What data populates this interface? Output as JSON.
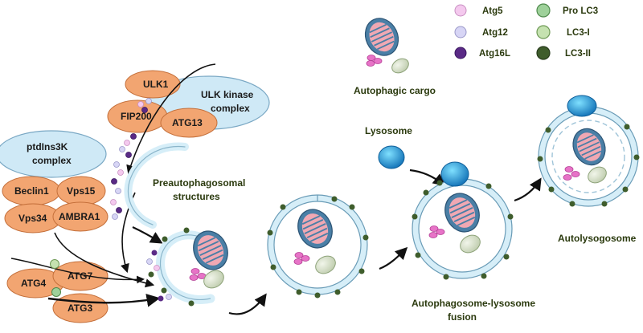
{
  "colors": {
    "atg5": "#f4c9ee",
    "atg12": "#d7d5f5",
    "atg16l": "#5a2a86",
    "pro_lc3": "#9ed19a",
    "lc3_i": "#c5e2b0",
    "lc3_ii": "#3f5d2c",
    "protein_node": "#f2a571",
    "complex_bubble": "#cfe9f6",
    "membrane": "#d6eef8",
    "membrane_stroke": "#6a9cb7",
    "lysosome": "#1a8fd0",
    "mito_outer": "#4a7fa6",
    "mito_inner": "#f0a8b3",
    "cargo_grey": "#c9d6b8"
  },
  "legend": [
    {
      "icon": "atg5-dot-icon",
      "label": "Atg5",
      "color_key": "atg5"
    },
    {
      "icon": "atg12-dot-icon",
      "label": "Atg12",
      "color_key": "atg12"
    },
    {
      "icon": "atg16l-dot-icon",
      "label": "Atg16L",
      "color_key": "atg16l"
    },
    {
      "icon": "pro-lc3-dot-icon",
      "label": "Pro LC3",
      "color_key": "pro_lc3"
    },
    {
      "icon": "lc3-i-dot-icon",
      "label": "LC3-I",
      "color_key": "lc3_i"
    },
    {
      "icon": "lc3-ii-dot-icon",
      "label": "LC3-II",
      "color_key": "lc3_ii"
    }
  ],
  "complexes": {
    "ulk": {
      "title_line1": "ULK kinase",
      "title_line2": "complex",
      "proteins": [
        "ULK1",
        "FIP200",
        "ATG13"
      ]
    },
    "pi3k": {
      "title_line1": "ptdIns3K",
      "title_line2": "complex",
      "proteins": [
        "Beclin1",
        "Vps15",
        "Vps34",
        "AMBRA1"
      ]
    },
    "conj": {
      "proteins": [
        "ATG4",
        "ATG7",
        "ATG3"
      ]
    }
  },
  "labels": {
    "autophagic_cargo": "Autophagic cargo",
    "lysosome": "Lysosome",
    "preautophagosomal_line1": "Preautophagosomal",
    "preautophagosomal_line2": "structures",
    "fusion_line1": "Autophagosome-lysosome",
    "fusion_line2": "fusion",
    "autolysosome": "Autolysogosome"
  }
}
